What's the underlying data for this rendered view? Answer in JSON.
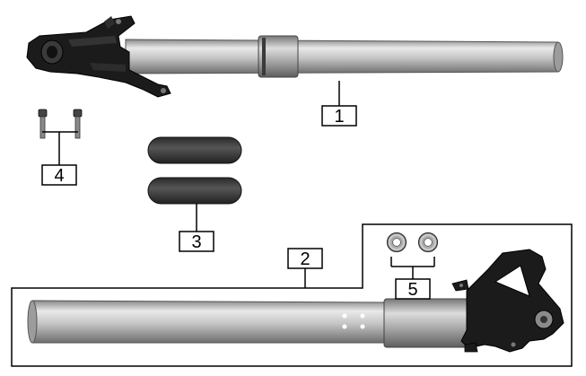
{
  "callouts": [
    {
      "label": "1",
      "part": "fork-leg-right"
    },
    {
      "label": "2",
      "part": "fork-leg-left"
    },
    {
      "label": "3",
      "part": "rubber-pads"
    },
    {
      "label": "4",
      "part": "bolts"
    },
    {
      "label": "5",
      "part": "nuts"
    }
  ],
  "colors": {
    "tube_light": "#e6e6e6",
    "tube_mid": "#b5b5b5",
    "tube_dark": "#7a7a7a",
    "bracket": "#1a1a1a",
    "pad": "#3a3a3a",
    "line": "#000000"
  }
}
